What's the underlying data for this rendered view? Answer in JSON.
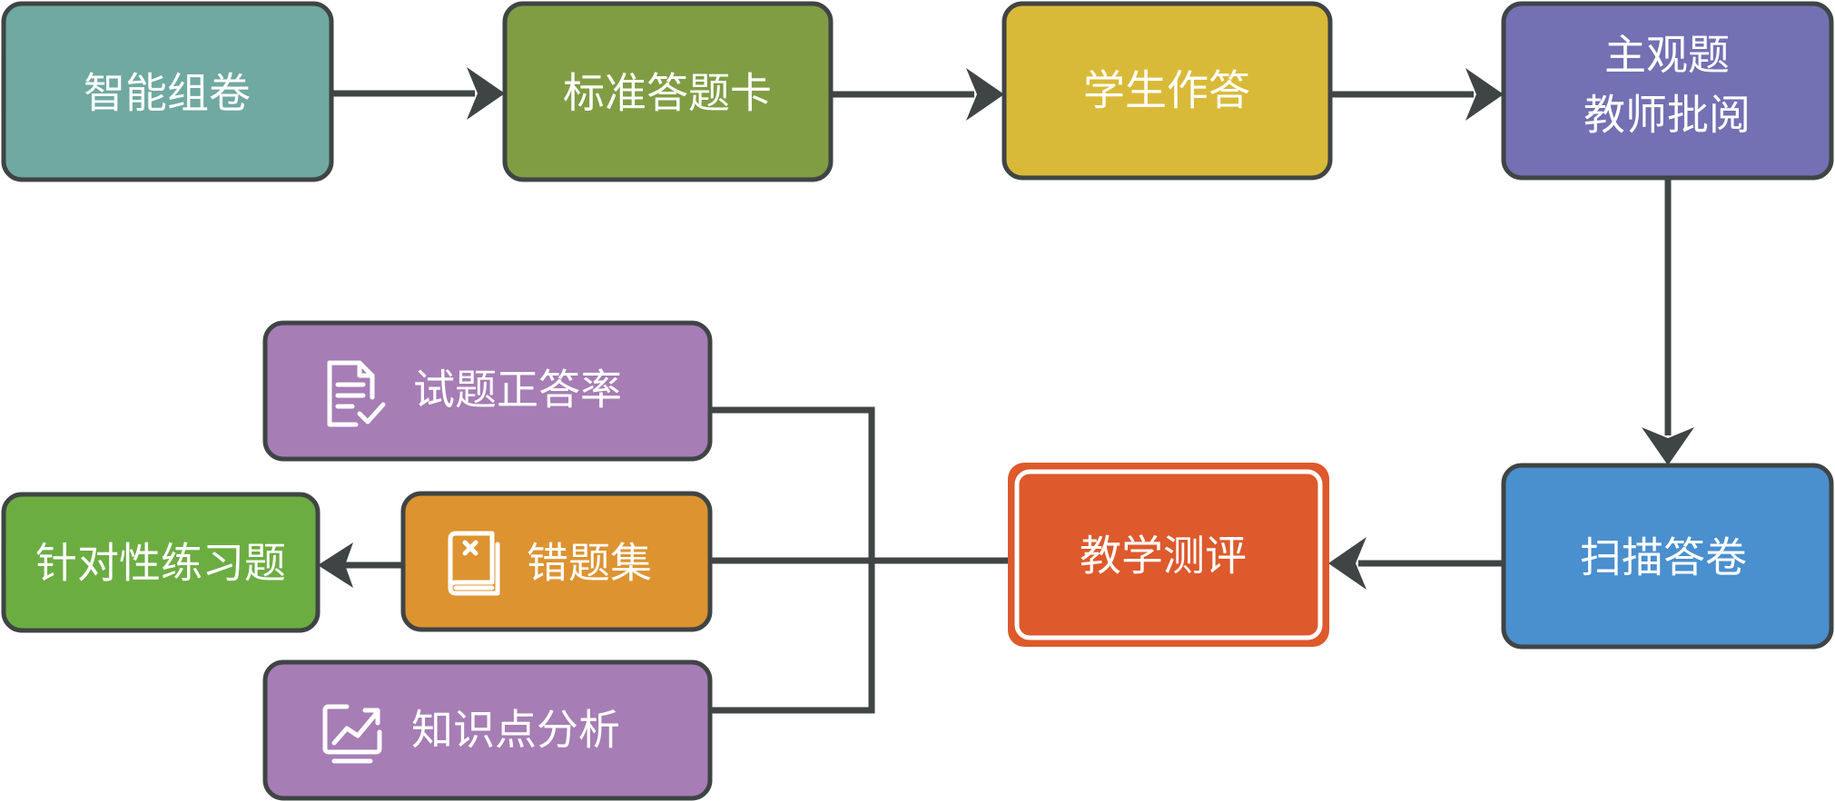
{
  "colors": {
    "connector": "#3f4444",
    "teal": "#6fa9a1",
    "olive": "#819d43",
    "yellow": "#d9ba38",
    "violet": "#7370b3",
    "blue": "#4a8fce",
    "red": "#de592c",
    "purple": "#a67db5",
    "orange": "#dd9330",
    "green": "#6cad42"
  },
  "nodes": {
    "smart_compose": {
      "label": "智能组卷"
    },
    "answer_card": {
      "label": "标准答题卡"
    },
    "student_answer": {
      "label": "学生作答"
    },
    "subjective_grading": {
      "line1": "主观题",
      "line2": "教师批阅"
    },
    "scan_papers": {
      "label": "扫描答卷"
    },
    "teaching_eval": {
      "label": "教学测评"
    },
    "correct_rate": {
      "label": "试题正答率",
      "icon": "document-check-icon"
    },
    "wrong_questions": {
      "label": "错题集",
      "icon": "book-icon"
    },
    "knowledge_analysis": {
      "label": "知识点分析",
      "icon": "trend-chart-icon"
    },
    "targeted_practice": {
      "label": "针对性练习题"
    }
  }
}
